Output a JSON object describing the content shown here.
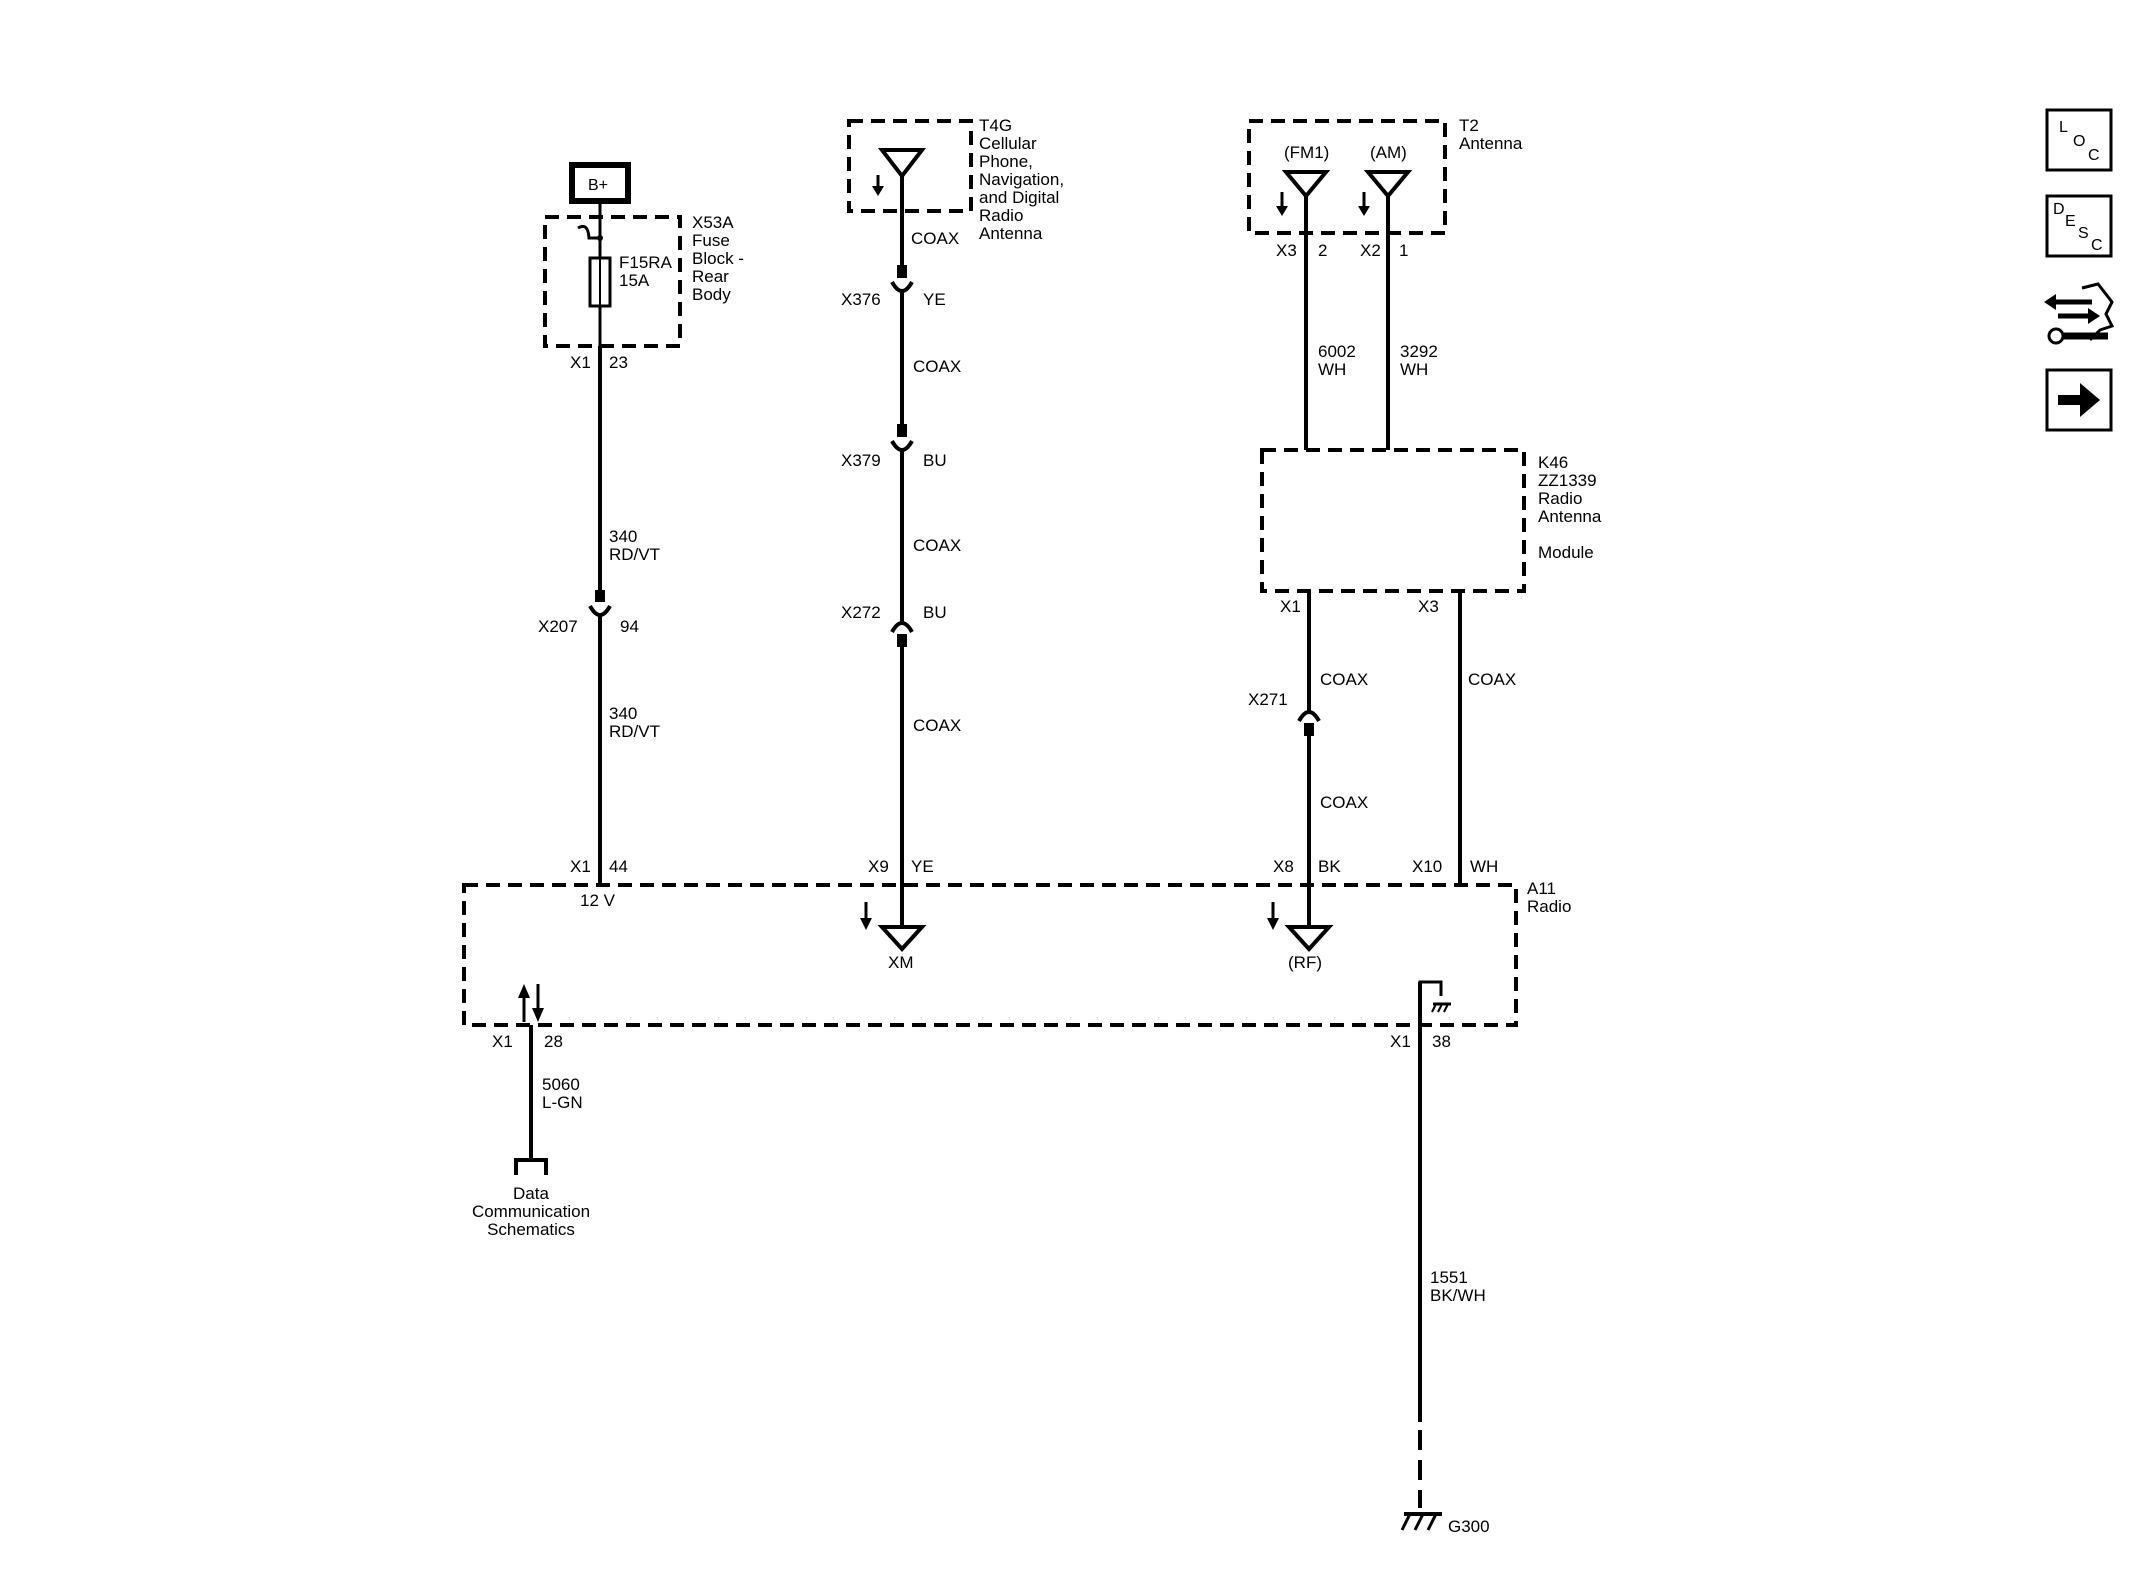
{
  "power": {
    "label": "B+"
  },
  "fuse_block": {
    "id": "X53A",
    "name": [
      "Fuse",
      "Block -",
      "Rear",
      "Body"
    ],
    "fuse_id": "F15RA",
    "fuse_rating": "15A",
    "connector": "X1",
    "pin": "23"
  },
  "wires": {
    "w340_top": {
      "circuit": "340",
      "color": "RD/VT"
    },
    "w340_bottom": {
      "circuit": "340",
      "color": "RD/VT"
    },
    "w6002": {
      "circuit": "6002",
      "color": "WH"
    },
    "w3292": {
      "circuit": "3292",
      "color": "WH"
    },
    "w5060": {
      "circuit": "5060",
      "color": "L-GN"
    },
    "w1551": {
      "circuit": "1551",
      "color": "BK/WH"
    },
    "coax_label": "COAX"
  },
  "inline": {
    "x207": {
      "id": "X207",
      "pin": "94"
    },
    "x376": {
      "id": "X376",
      "color": "YE"
    },
    "x379": {
      "id": "X379",
      "color": "BU"
    },
    "x272": {
      "id": "X272",
      "color": "BU"
    },
    "x271": {
      "id": "X271"
    }
  },
  "t4g": {
    "id": "T4G",
    "name": [
      "Cellular",
      "Phone,",
      "Navigation,",
      "and Digital",
      "Radio",
      "Antenna"
    ]
  },
  "t2": {
    "id": "T2",
    "name": "Antenna",
    "fm_label": "(FM1)",
    "am_label": "(AM)",
    "fm_conn": "X3",
    "fm_pin": "2",
    "am_conn": "X2",
    "am_pin": "1"
  },
  "k46": {
    "id": "K46",
    "name": [
      "ZZ1339",
      "Radio",
      "Antenna",
      "Module"
    ],
    "left_conn": "X1",
    "right_conn": "X3"
  },
  "a11": {
    "id": "A11",
    "name": "Radio",
    "pin_power_conn": "X1",
    "pin_power": "44",
    "voltage": "12 V",
    "xm_conn": "X9",
    "xm_color": "YE",
    "xm_label": "XM",
    "rf_conn": "X8",
    "rf_color": "BK",
    "rf_label": "(RF)",
    "x10_conn": "X10",
    "x10_color": "WH",
    "data_conn": "X1",
    "data_pin": "28",
    "gnd_conn": "X1",
    "gnd_pin": "38"
  },
  "data_comm": {
    "lines": [
      "Data",
      "Communication",
      "Schematics"
    ]
  },
  "ground": {
    "id": "G300"
  },
  "toolbar": {
    "loc": [
      "L",
      "O",
      "C"
    ],
    "desc": [
      "D",
      "E",
      "S",
      "C"
    ]
  }
}
